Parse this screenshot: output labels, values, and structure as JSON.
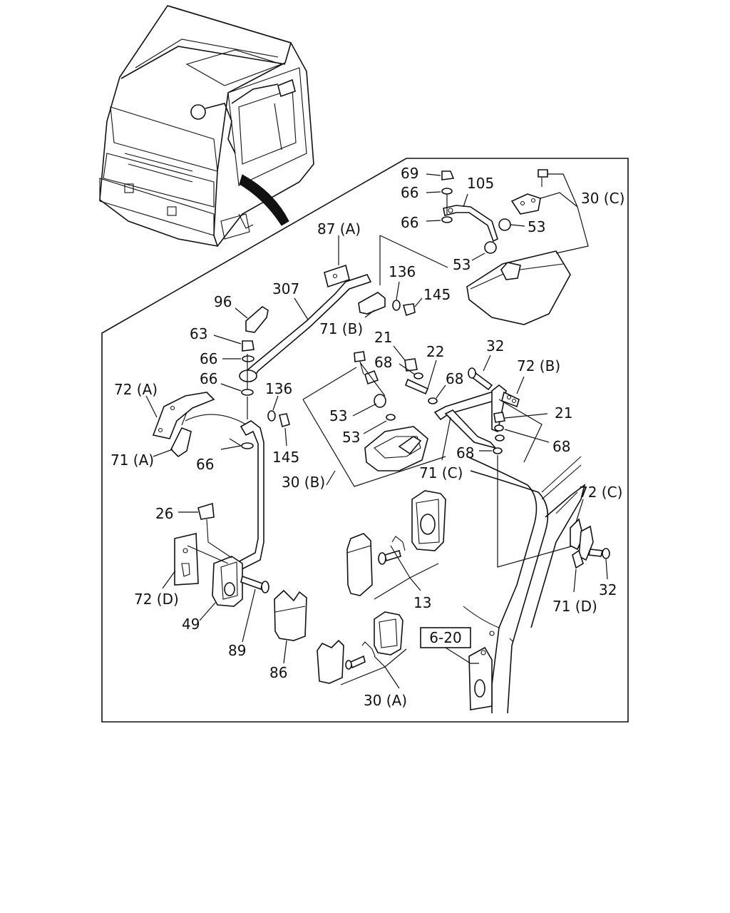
{
  "callouts": {
    "c69": "69",
    "c66a": "66",
    "c105": "105",
    "c30c": "30 (C)",
    "c66b": "66",
    "c53a": "53",
    "c53b": "53",
    "c87a": "87 (A)",
    "c136a": "136",
    "c145a": "145",
    "c307": "307",
    "c96": "96",
    "c71b": "71 (B)",
    "c63": "63",
    "c66c": "66",
    "c21a": "21",
    "c22": "22",
    "c32a": "32",
    "c68a": "68",
    "c72b": "72 (B)",
    "c68b": "68",
    "c72a": "72 (A)",
    "c66d": "66",
    "c136b": "136",
    "c21b": "21",
    "c53c": "53",
    "c68c": "68",
    "c53d": "53",
    "c71a": "71 (A)",
    "c66e": "66",
    "c145b": "145",
    "c68d": "68",
    "c30b": "30 (B)",
    "c71c": "71 (C)",
    "c72c": "72 (C)",
    "c26": "26",
    "c72d": "72 (D)",
    "c49": "49",
    "c13": "13",
    "c32b": "32",
    "c71d": "71 (D)",
    "c89": "89",
    "c86": "86",
    "c30a": "30 (A)"
  },
  "reference_box": {
    "label": "6-20"
  }
}
